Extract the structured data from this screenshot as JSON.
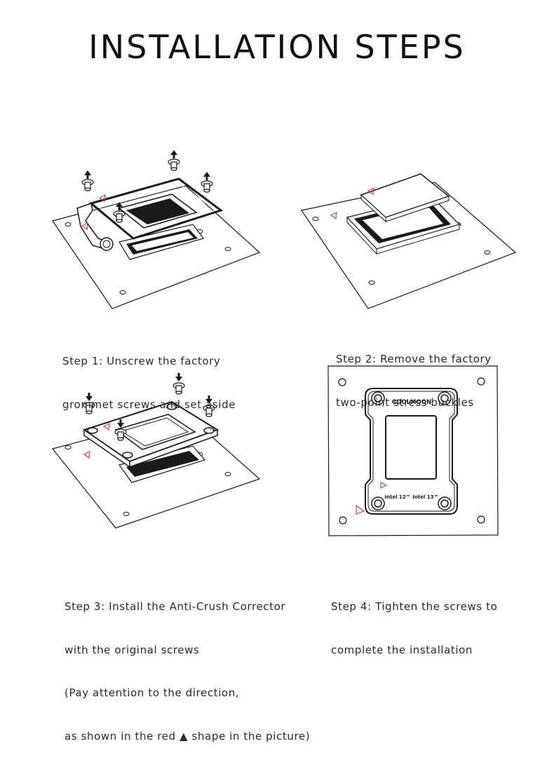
{
  "page": {
    "title": "INSTALLATION STEPS"
  },
  "steps": [
    {
      "lines": [
        "Step 1: Unscrew the factory",
        "grommet screws and set aside"
      ]
    },
    {
      "lines": [
        "Step 2: Remove the factory",
        "two-point stress buckles"
      ]
    },
    {
      "lines": [
        "Step 3: Install the Anti-Crush Corrector",
        "with the original screws",
        "(Pay attention to the direction,",
        "as shown in the red ▲ shape in the picture)"
      ]
    },
    {
      "lines": [
        "Step 4: Tighten the screws to",
        "complete the installation"
      ]
    }
  ],
  "bracket": {
    "brand": "COOLMOON",
    "label": "Intel 12™ Intel 13™"
  },
  "colors": {
    "ink": "#1a1a1a",
    "marker": "#e0413a"
  },
  "icons": [
    "screw-icon",
    "arrow-up-icon",
    "arrow-down-icon",
    "red-triangle-icon"
  ]
}
